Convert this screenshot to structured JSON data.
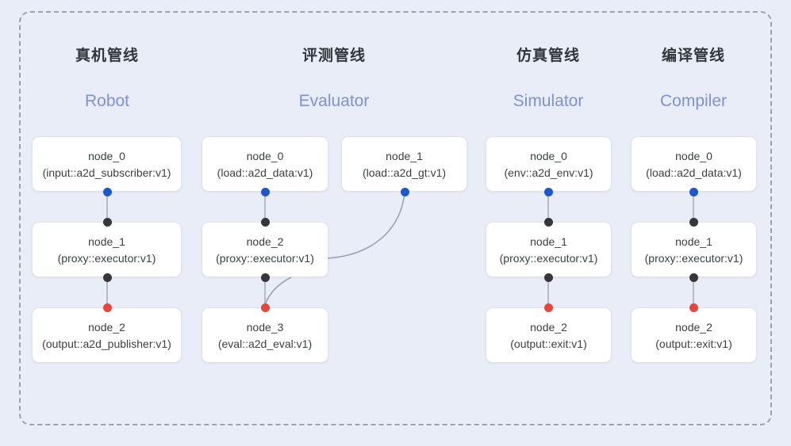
{
  "diagram": {
    "title_visible": false,
    "colors": {
      "background": "#e9edf8",
      "frame_border": "#9aa2b0",
      "node_bg": "#ffffff",
      "node_border": "#dfe3ec",
      "text": "#3c4043",
      "heading_cn": "#32363c",
      "heading_en": "#7d92d6",
      "port_blue": "#1b56d3",
      "port_black": "#35373b",
      "port_red": "#e8453c",
      "edge": "#b4bac6"
    },
    "columns": [
      {
        "id": "robot",
        "heading_cn": "真机管线",
        "heading_en": "Robot",
        "nodes": [
          {
            "name": "node_0",
            "type": "(input::a2d_subscriber:v1)"
          },
          {
            "name": "node_1",
            "type": "(proxy::executor:v1)"
          },
          {
            "name": "node_2",
            "type": "(output::a2d_publisher:v1)"
          }
        ]
      },
      {
        "id": "evaluator",
        "heading_cn": "评测管线",
        "heading_en": "Evaluator",
        "nodes": [
          {
            "name": "node_0",
            "type": "(load::a2d_data:v1)"
          },
          {
            "name": "node_1",
            "type": "(load::a2d_gt:v1)"
          },
          {
            "name": "node_2",
            "type": "(proxy::executor:v1)"
          },
          {
            "name": "node_3",
            "type": "(eval::a2d_eval:v1)"
          }
        ]
      },
      {
        "id": "simulator",
        "heading_cn": "仿真管线",
        "heading_en": "Simulator",
        "nodes": [
          {
            "name": "node_0",
            "type": "(env::a2d_env:v1)"
          },
          {
            "name": "node_1",
            "type": "(proxy::executor:v1)"
          },
          {
            "name": "node_2",
            "type": "(output::exit:v1)"
          }
        ]
      },
      {
        "id": "compiler",
        "heading_cn": "编译管线",
        "heading_en": "Compiler",
        "nodes": [
          {
            "name": "node_0",
            "type": "(load::a2d_data:v1)"
          },
          {
            "name": "node_1",
            "type": "(proxy::executor:v1)"
          },
          {
            "name": "node_2",
            "type": "(output::exit:v1)"
          }
        ]
      }
    ]
  }
}
